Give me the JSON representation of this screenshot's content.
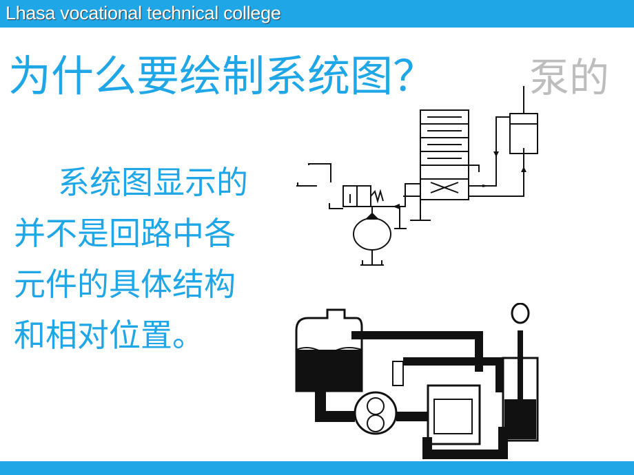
{
  "header": {
    "college_name": "Lhasa vocational technical college"
  },
  "slide": {
    "title": "为什么要绘制系统图？",
    "faded_text": "泵的",
    "body_lines": [
      "系统图显示的",
      "并不是回路中各",
      "元件的具体结构",
      "和相对位置。"
    ]
  },
  "colors": {
    "accent": "#1ea6e6",
    "faded": "#bdbdbd",
    "header_text": "#ffffff"
  }
}
